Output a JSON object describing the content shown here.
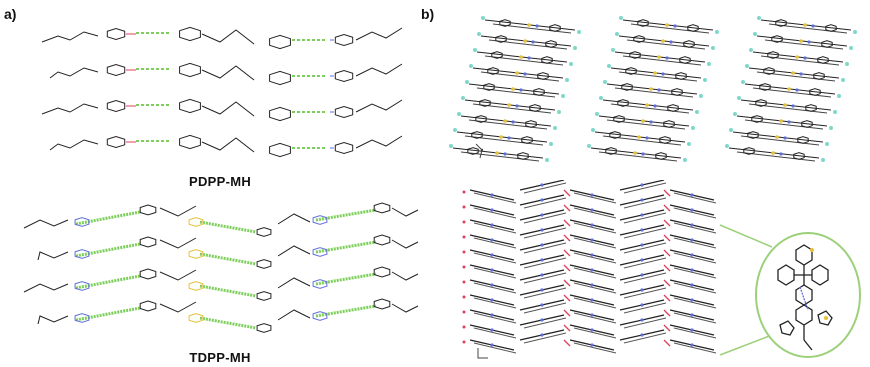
{
  "panels": {
    "a": {
      "label": "a)"
    },
    "b": {
      "label": "b)"
    }
  },
  "captions": {
    "top": "PDPP-MH",
    "bottom": "TDPP-MH"
  },
  "colors": {
    "bond": "#222222",
    "hbond_green": "#7ccf5a",
    "nitrogen": "#5f6fd8",
    "oxygen": "#e0405a",
    "sulfur": "#e6c23a",
    "hydrogen": "#7fd8c8",
    "halo_green": "#9cd07a"
  },
  "icons": {
    "axis_marker_top": "axis-triad-icon",
    "axis_marker_bottom": "axis-triad-icon",
    "zoom_ellipse": "magnified-dimer-icon"
  }
}
